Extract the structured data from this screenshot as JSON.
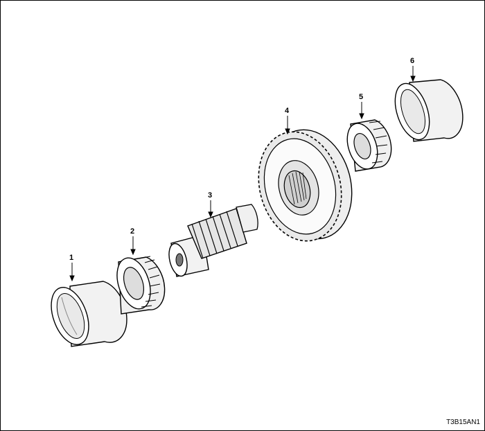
{
  "diagram": {
    "callouts": [
      {
        "id": "1",
        "label": "1"
      },
      {
        "id": "2",
        "label": "2"
      },
      {
        "id": "3",
        "label": "3"
      },
      {
        "id": "4",
        "label": "4"
      },
      {
        "id": "5",
        "label": "5"
      },
      {
        "id": "6",
        "label": "6"
      }
    ],
    "figure_code": "T3B15AN1"
  }
}
